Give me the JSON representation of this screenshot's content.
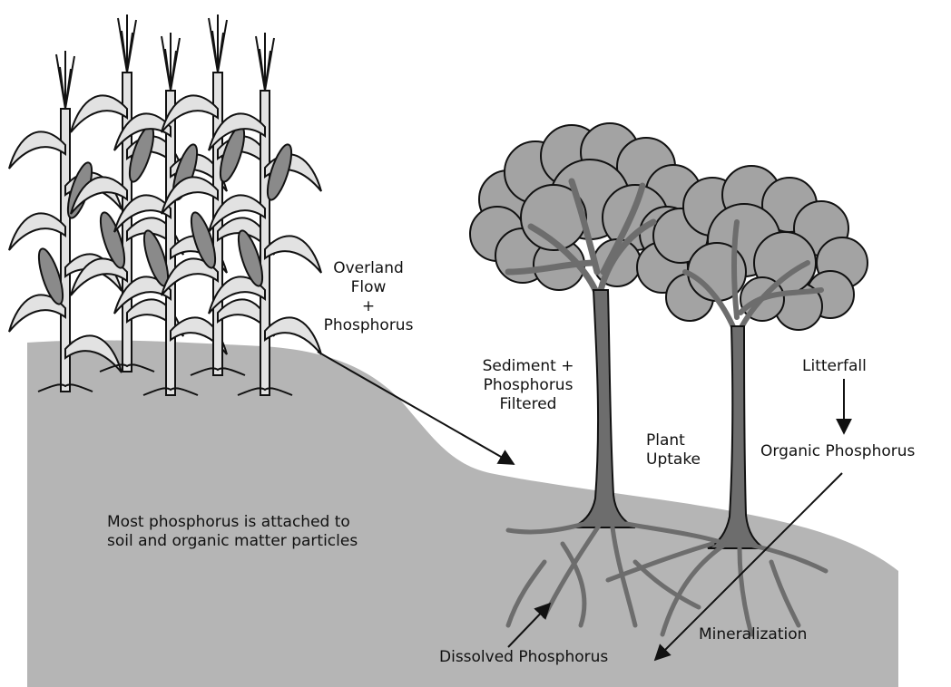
{
  "labels": {
    "overland_flow": [
      "Overland",
      "Flow",
      "+",
      "Phosphorus"
    ],
    "sediment_filtered": [
      "Sediment +",
      "Phosphorus",
      "Filtered"
    ],
    "plant_uptake": [
      "Plant",
      "Uptake"
    ],
    "litterfall": "Litterfall",
    "organic_phosphorus": "Organic Phosphorus",
    "soil_note": [
      "Most phosphorus is attached to",
      "soil and organic matter particles"
    ],
    "mineralization": "Mineralization",
    "dissolved_phosphorus": "Dissolved Phosphorus"
  },
  "colors": {
    "ground": "#b5b5b5",
    "foliage": "#a3a3a3",
    "trunk": "#6d6d6d",
    "stalk": "#e2e2e2",
    "ink": "#111111"
  }
}
